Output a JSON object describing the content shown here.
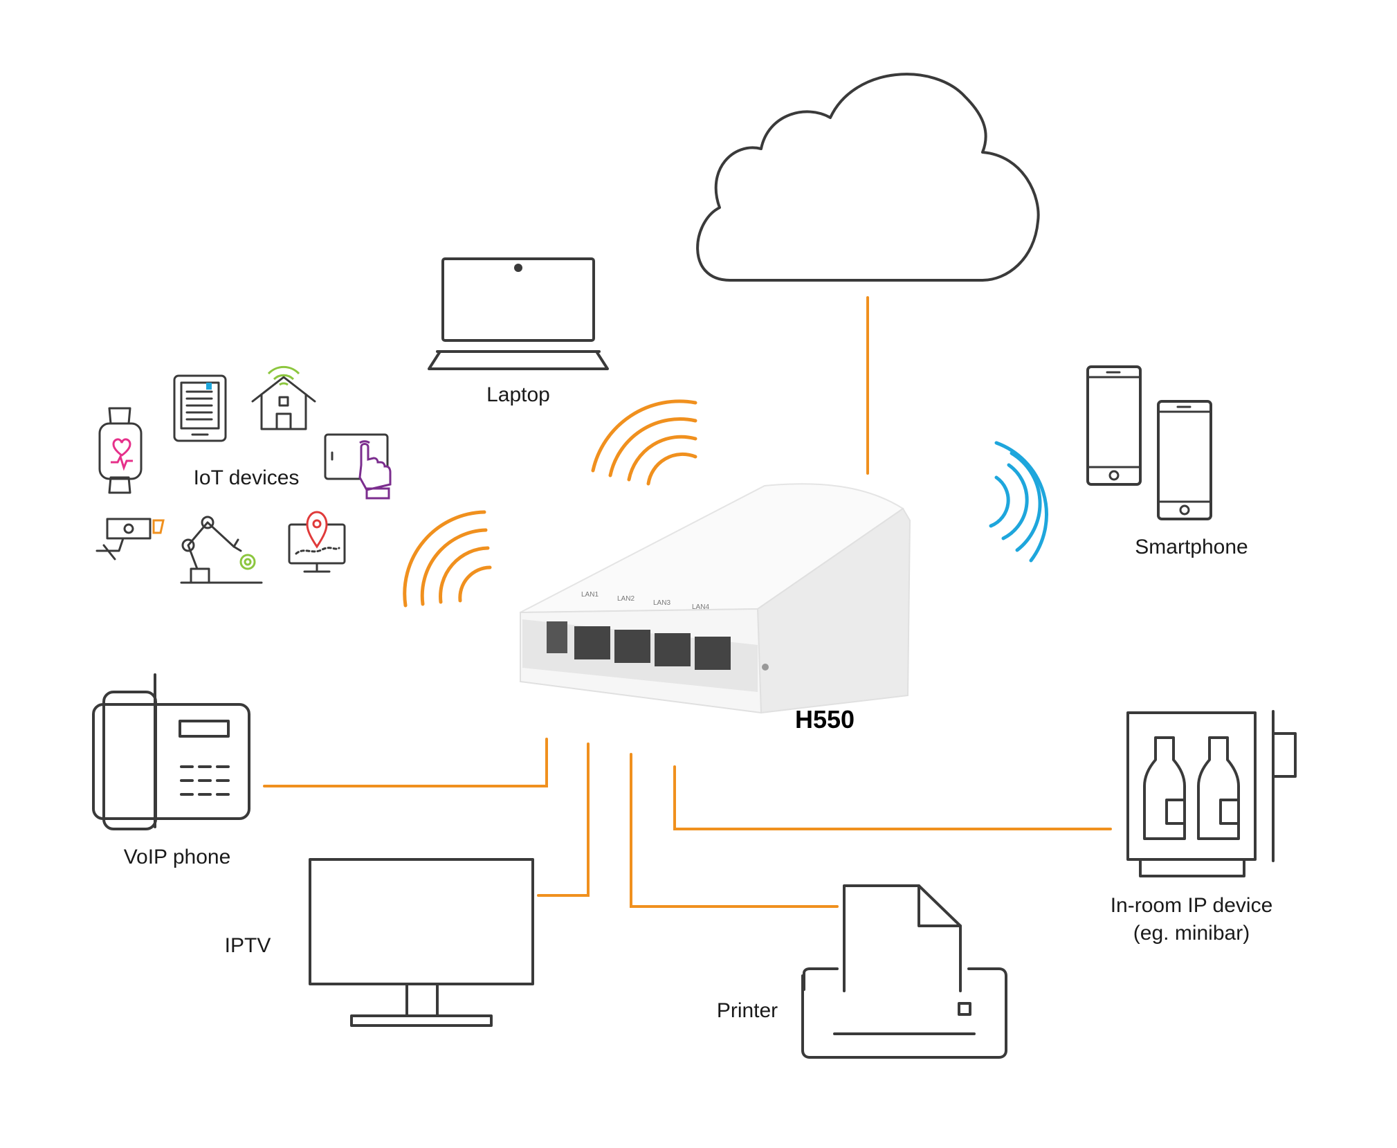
{
  "colors": {
    "wire": "#f0901e",
    "wifi_orange": "#f0901e",
    "wifi_blue": "#1ea6dc",
    "icon_stroke": "#3a3a3a",
    "iot_pink": "#e6308a",
    "iot_green": "#8cc63e",
    "iot_purple": "#7b2d8e",
    "iot_red": "#e03a3a",
    "iot_teal": "#1ea6dc",
    "iot_orange": "#f0901e"
  },
  "labels": {
    "device": "H550",
    "laptop": "Laptop",
    "iot": "IoT devices",
    "smartphone": "Smartphone",
    "voip": "VoIP phone",
    "iptv": "IPTV",
    "printer": "Printer",
    "inroom_line1": "In-room IP device",
    "inroom_line2": "(eg. minibar)"
  },
  "ports": [
    "LAN1",
    "LAN2",
    "LAN3",
    "LAN4"
  ],
  "icons": [
    "cloud-icon",
    "laptop-icon",
    "smartphone-icon",
    "smartwatch-icon",
    "ebook-reader-icon",
    "smart-home-icon",
    "tablet-touch-icon",
    "camera-icon",
    "robot-arm-icon",
    "map-pin-monitor-icon",
    "desk-phone-icon",
    "monitor-icon",
    "printer-icon",
    "minibar-icon"
  ]
}
